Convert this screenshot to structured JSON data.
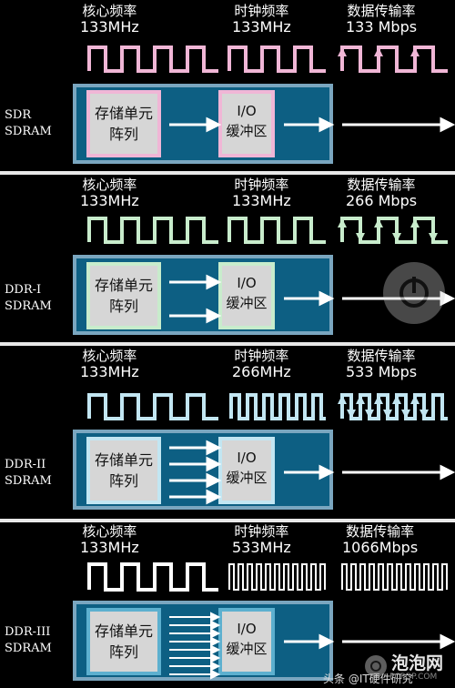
{
  "headers": {
    "core": "核心频率",
    "clock": "时钟频率",
    "transfer": "数据传输率"
  },
  "buffer": {
    "line1": "I/O",
    "line2": "缓冲区"
  },
  "memory_array": {
    "line1": "存储单元",
    "line2": "阵列"
  },
  "rows": [
    {
      "type_line1": "SDR",
      "type_line2": "SDRAM",
      "core": "133MHz",
      "clock": "133MHz",
      "rate": "133 Mbps",
      "color": "#f0b6d6"
    },
    {
      "type_line1": "DDR-I",
      "type_line2": "SDRAM",
      "core": "133MHz",
      "clock": "133MHz",
      "rate": "266 Mbps",
      "color": "#c8eccc"
    },
    {
      "type_line1": "DDR-II",
      "type_line2": "SDRAM",
      "core": "133MHz",
      "clock": "266MHz",
      "rate": "533 Mbps",
      "color": "#c2e6f2"
    },
    {
      "type_line1": "DDR-III",
      "type_line2": "SDRAM",
      "core": "133MHz",
      "clock": "533MHz",
      "rate": "1066Mbps",
      "color": "#ffffff"
    }
  ],
  "watermark": {
    "source": "头条 @IT硬件研究",
    "logo": "泡泡网",
    "site": "PCPOP.COM"
  }
}
